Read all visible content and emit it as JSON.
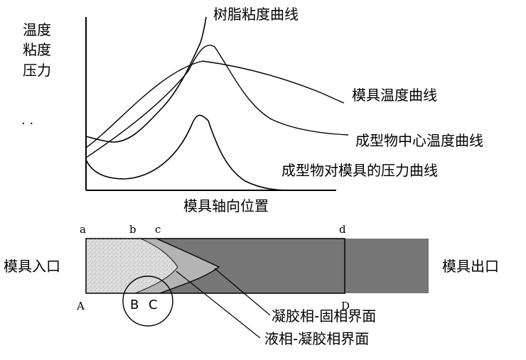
{
  "graph": {
    "y_axis_label_lines": [
      "温度",
      "粘度",
      "压力"
    ],
    "x_axis_label": "模具轴向位置",
    "curve_labels": {
      "resin_viscosity": "树脂粘度曲线",
      "mold_temperature": "模具温度曲线",
      "center_temperature": "成型物中心温度曲线",
      "pressure": "成型物对模具的压力曲线"
    },
    "stray_mark": ". ."
  },
  "mold": {
    "inlet_label": "模具入口",
    "outlet_label": "模具出口",
    "top_points": [
      "a",
      "b",
      "c",
      "d"
    ],
    "bottom_points": [
      "A",
      "B",
      "C",
      "D"
    ],
    "interface_labels": {
      "gel_solid": "凝胶相-固相界面",
      "liquid_gel": "液相-凝胶相界面"
    },
    "colors": {
      "liquid": "#dcdcdc",
      "gel": "#b4b4b4",
      "solid": "#777777"
    }
  }
}
